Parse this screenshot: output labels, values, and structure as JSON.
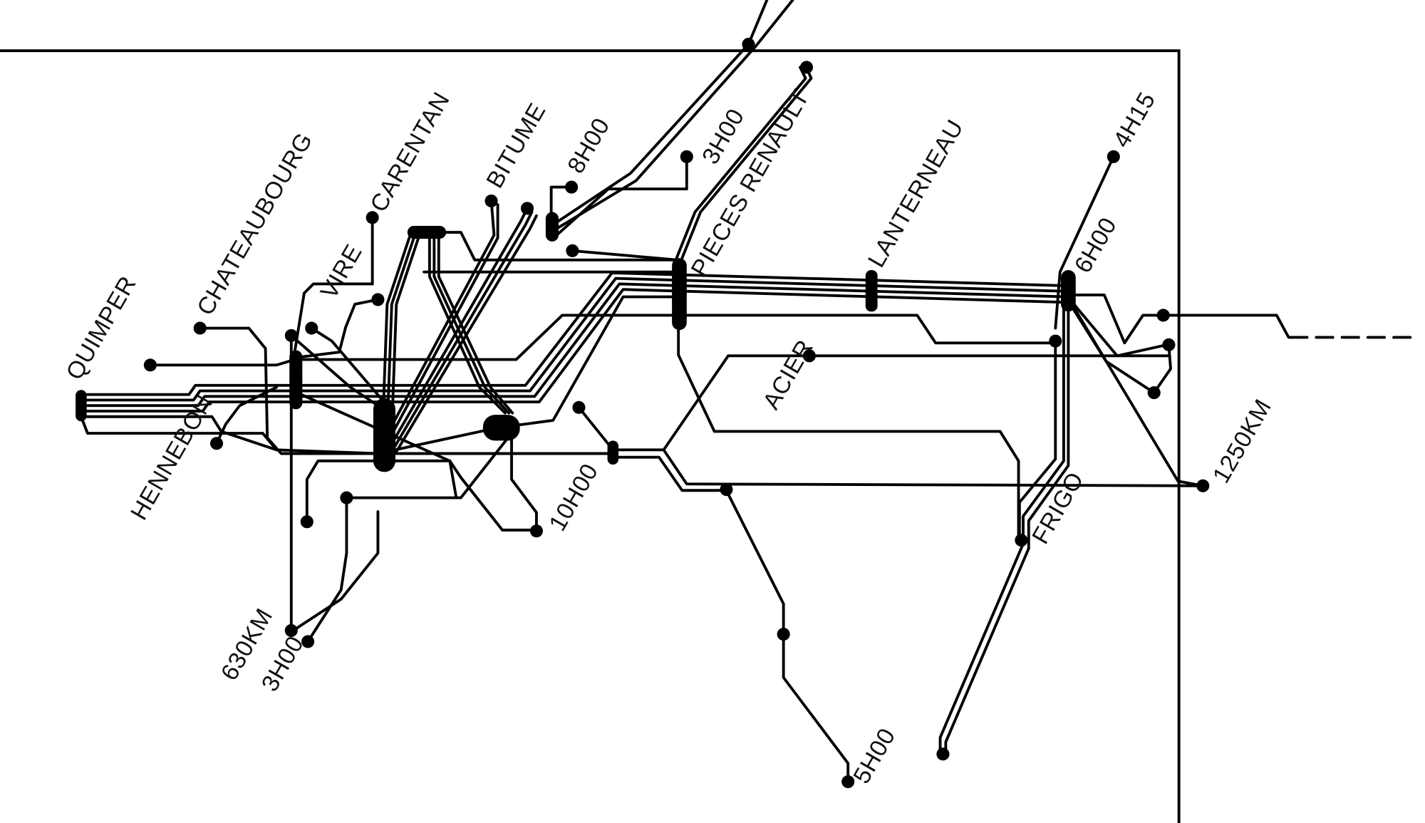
{
  "diagram": {
    "type": "transit-style route map",
    "colors": {
      "line": "#000000",
      "background": "#ffffff",
      "label": "#111111"
    },
    "labels": {
      "quimper": "QUIMPER",
      "chateaubourg": "CHATEAUBOURG",
      "vire": "VIRE",
      "carentan": "CARENTAN",
      "bitume": "BITUME",
      "t_8h00": "8H00",
      "t_3h00_top": "3H00",
      "pieces_renault": "PIECES RENAULT",
      "lanterneau": "LANTERNEAU",
      "t_4h15": "4H15",
      "t_6h00": "6H00",
      "hennebon": "HENNEBON",
      "acier": "ACIER",
      "t_10h00": "10H00",
      "d_1250km": "1250KM",
      "frigo": "FRIGO",
      "d_630km": "630KM",
      "t_3h00_bottom": "3H00",
      "t_5h00": "5H00"
    }
  }
}
